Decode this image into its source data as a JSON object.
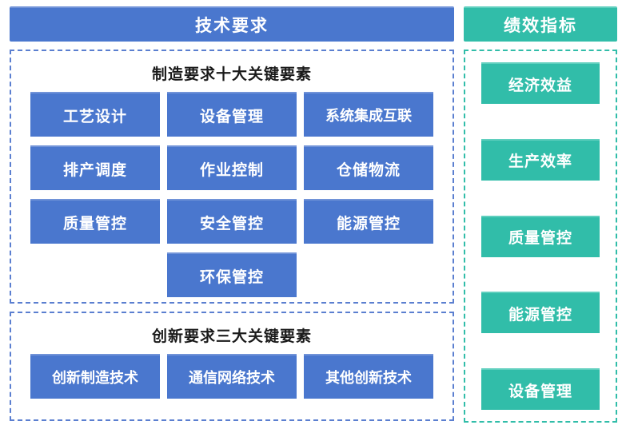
{
  "tech_column": {
    "header": "技术要求",
    "manufacture_section": {
      "title": "制造要求十大关键要素",
      "rows": [
        [
          "工艺设计",
          "设备管理",
          "系统集成互联"
        ],
        [
          "排产调度",
          "作业控制",
          "仓储物流"
        ],
        [
          "质量管控",
          "安全管控",
          "能源管控"
        ],
        [
          "环保管控"
        ]
      ]
    },
    "innovation_section": {
      "title": "创新要求三大关键要素",
      "rows": [
        [
          "创新制造技术",
          "通信网络技术",
          "其他创新技术"
        ]
      ]
    }
  },
  "perf_column": {
    "header": "绩效指标",
    "items": [
      "经济效益",
      "生产效率",
      "质量管控",
      "能源管控",
      "设备管理"
    ]
  },
  "colors": {
    "blue": "#4a77ce",
    "blue_light": "#7193d8",
    "teal": "#31bda9",
    "teal_light": "#5fcfbe",
    "title_text": "#1a1a1a",
    "background": "#ffffff"
  }
}
